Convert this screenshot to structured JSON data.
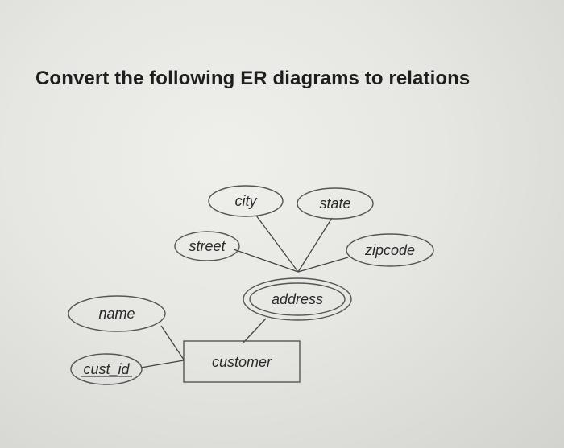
{
  "title": "Convert the following ER diagrams to relations",
  "diagram": {
    "entity": {
      "label": "customer"
    },
    "attributes": {
      "name": "name",
      "cust_id": "cust_id",
      "address": "address",
      "street": "street",
      "city": "city",
      "state": "state",
      "zipcode": "zipcode"
    },
    "notes": {
      "cust_id": "key attribute (underlined)",
      "address": "multivalued attribute (double ellipse) composed of street, city, state, zipcode"
    }
  }
}
